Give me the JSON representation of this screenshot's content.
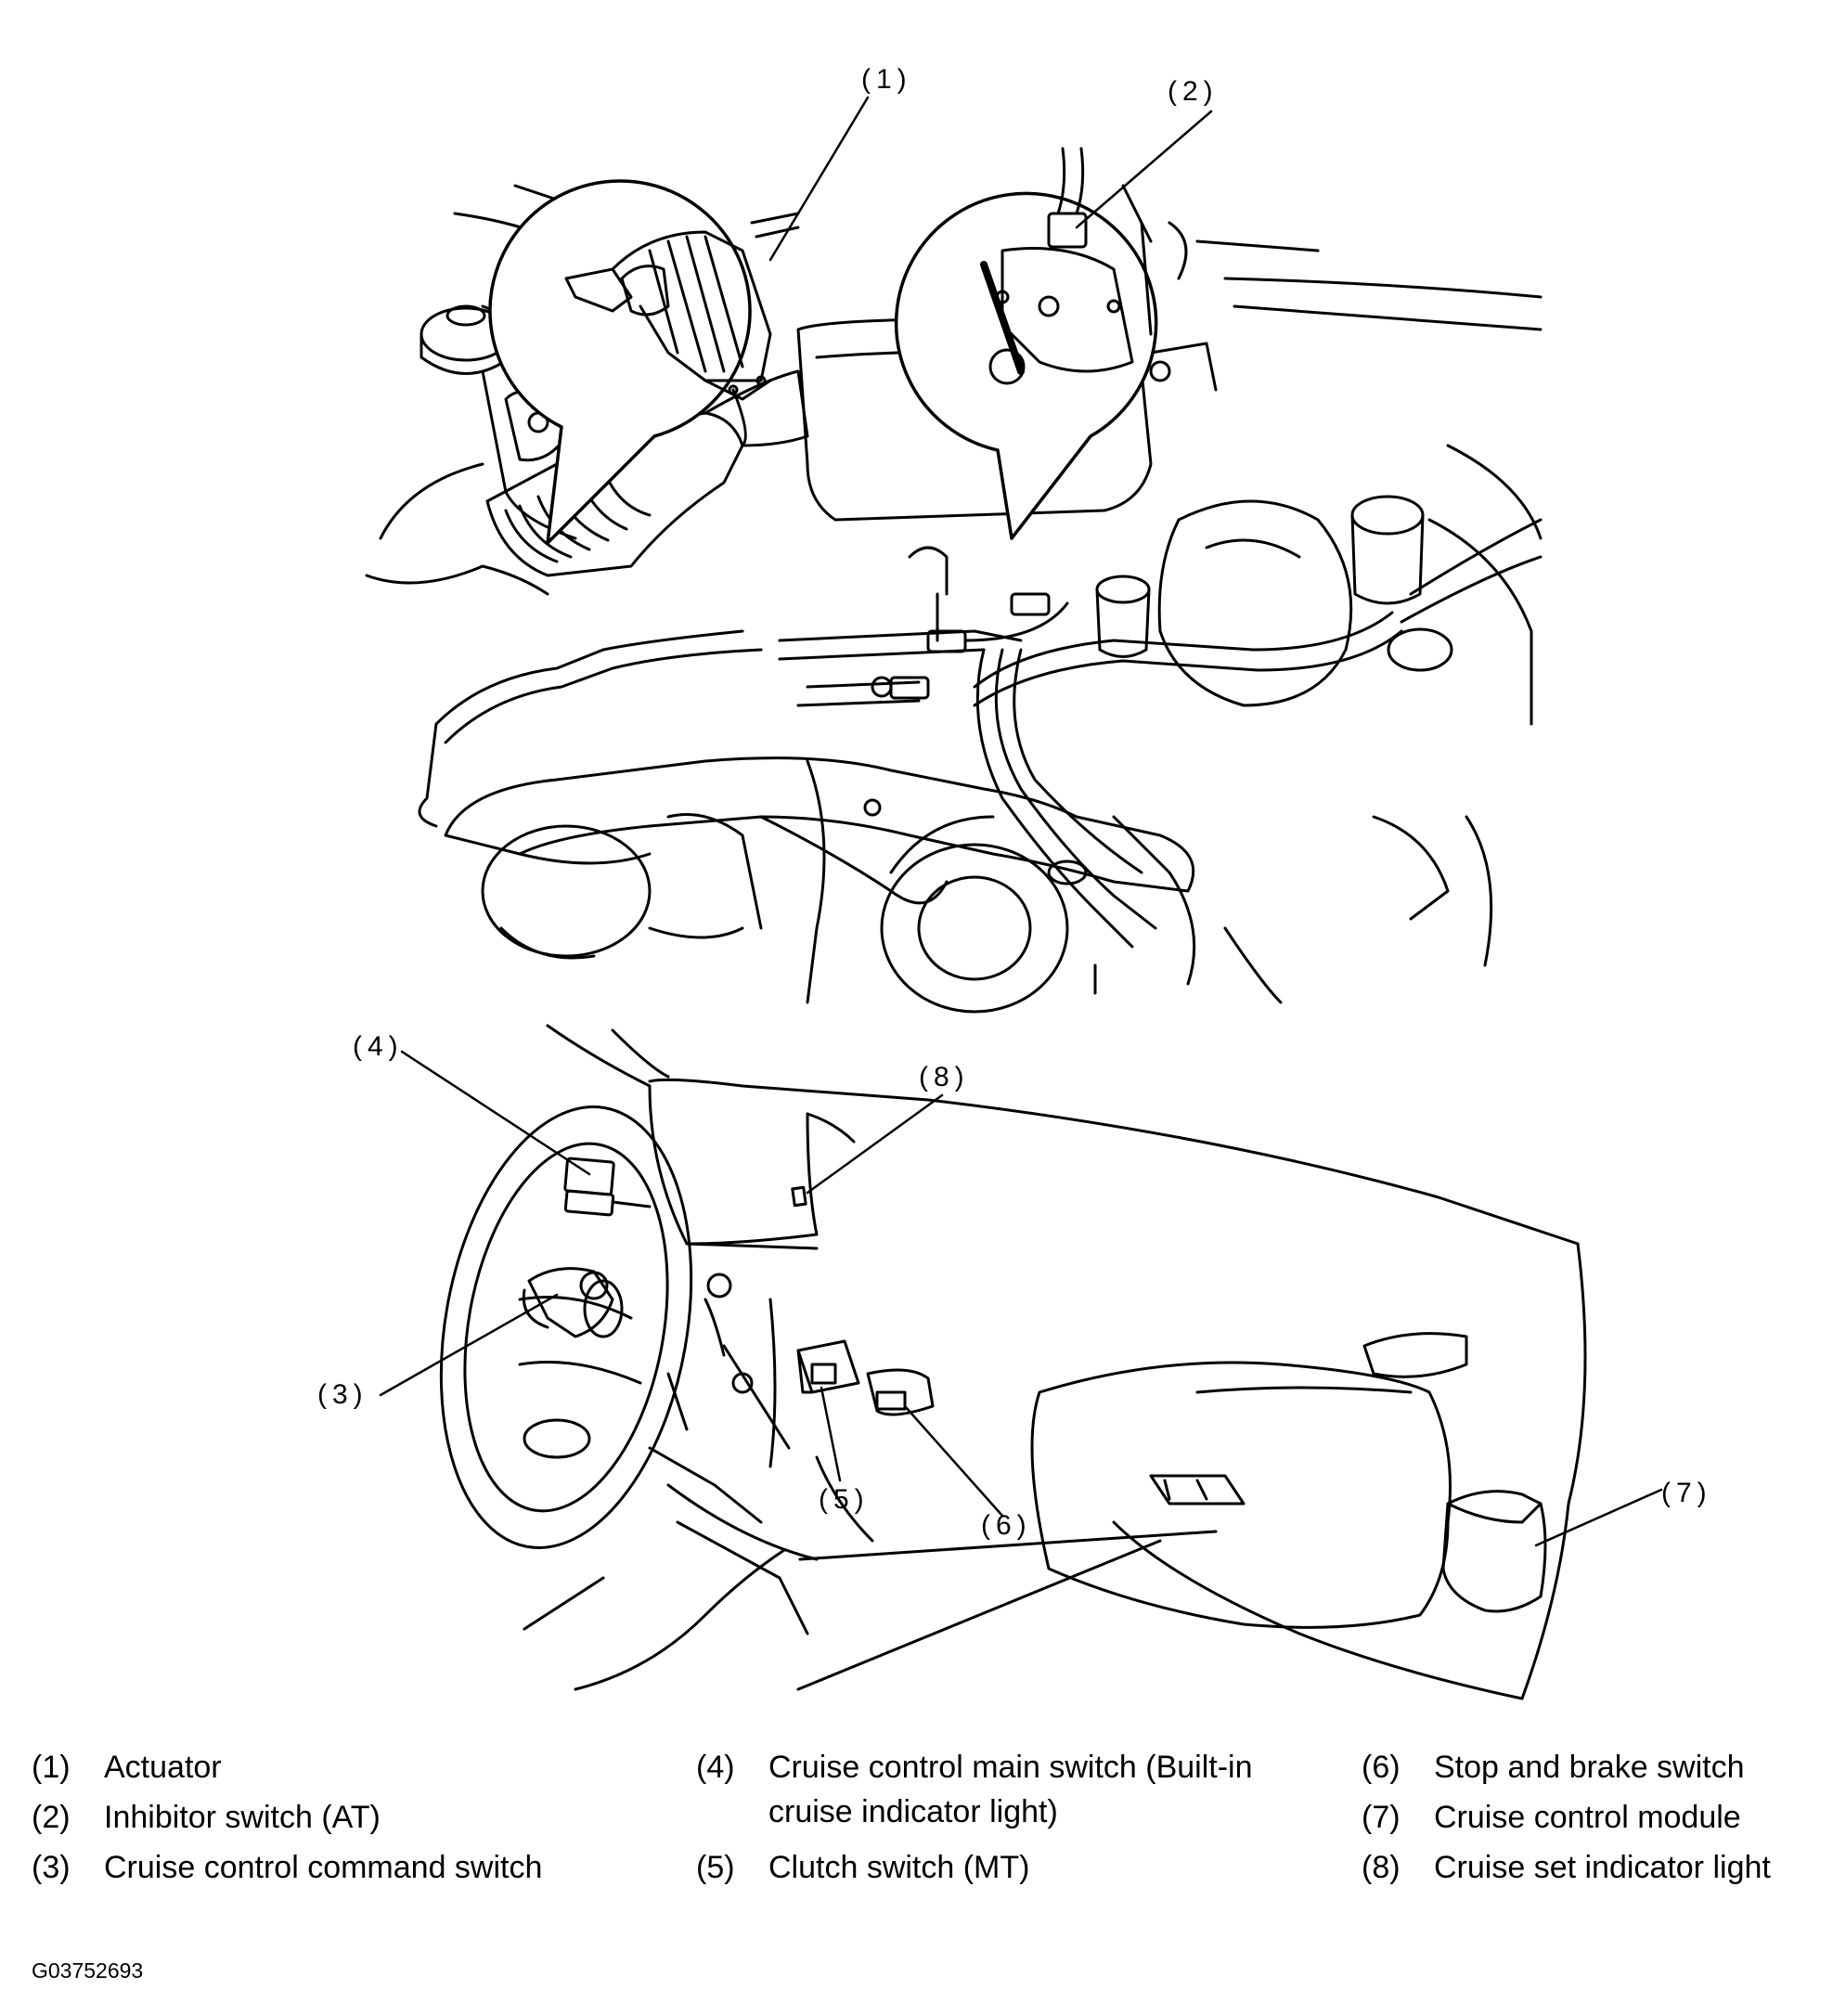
{
  "callouts": [
    "(1)",
    "(2)",
    "(3)",
    "(4)",
    "(5)",
    "(6)",
    "(7)",
    "(8)"
  ],
  "legend": [
    {
      "num": "(1)",
      "text": "Actuator"
    },
    {
      "num": "(2)",
      "text": "Inhibitor switch (AT)"
    },
    {
      "num": "(3)",
      "text": "Cruise control command switch"
    },
    {
      "num": "(4)",
      "text": "Cruise control main switch (Built-in cruise indicator light)"
    },
    {
      "num": "(5)",
      "text": "Clutch switch (MT)"
    },
    {
      "num": "(6)",
      "text": "Stop and brake switch"
    },
    {
      "num": "(7)",
      "text": "Cruise control module"
    },
    {
      "num": "(8)",
      "text": "Cruise set indicator light"
    }
  ],
  "figure_id": "G03752693"
}
